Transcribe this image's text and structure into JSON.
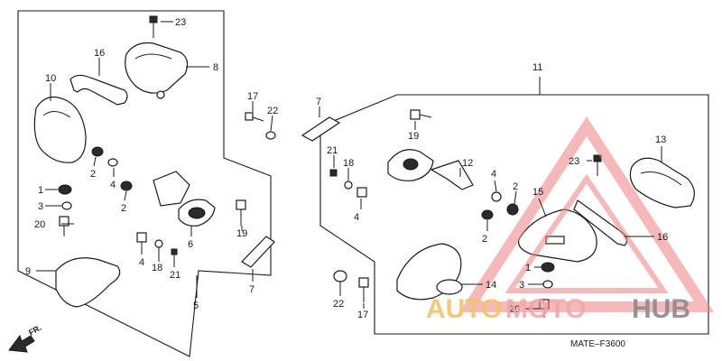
{
  "diagram": {
    "code": "MATE–F3600",
    "direction_label": "FR.",
    "watermark": {
      "part1": "AUTO",
      "part2": "MOTO",
      "part3": "HUB"
    },
    "callouts": {
      "c23a": "23",
      "c16a": "16",
      "c8": "8",
      "c10": "10",
      "c17a": "17",
      "c22a": "22",
      "c2a": "2",
      "c4a": "4",
      "c2b": "2",
      "c1a": "1",
      "c3a": "3",
      "c20a": "20",
      "c6": "6",
      "c19a": "19",
      "c4b": "4",
      "c18a": "18",
      "c21a": "21",
      "c9": "9",
      "c5": "5",
      "c7a": "7",
      "c11": "11",
      "c7b": "7",
      "c19b": "19",
      "c21b": "21",
      "c18b": "18",
      "c12": "12",
      "c4c": "4",
      "c4d": "4",
      "c2c": "2",
      "c2d": "2",
      "c13": "13",
      "c23b": "23",
      "c15": "15",
      "c16b": "16",
      "c1b": "1",
      "c3b": "3",
      "c20b": "20",
      "c14": "14",
      "c22b": "22",
      "c17b": "17"
    }
  }
}
